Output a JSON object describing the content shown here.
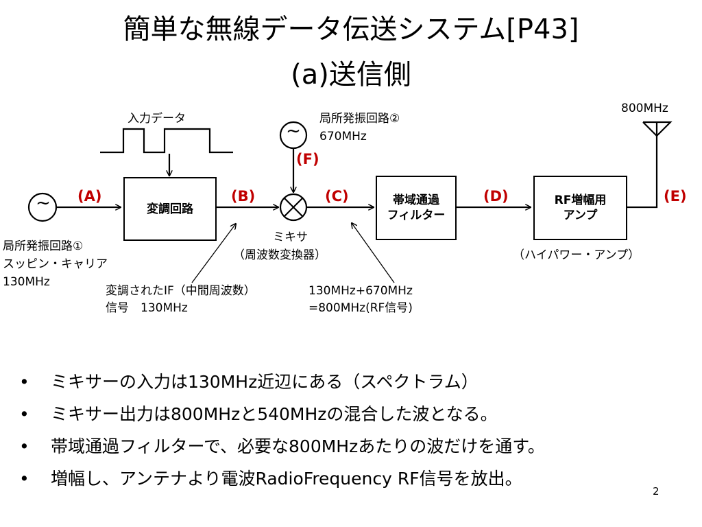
{
  "title": {
    "line1": "簡単な無線データ伝送システム[P43]",
    "line2": "(a)送信側"
  },
  "diagram": {
    "input_data_label": "入力データ",
    "lo2_label": "局所発振回路②",
    "lo2_freq": "670MHz",
    "antenna_freq": "800MHz",
    "tag_A": "(A)",
    "tag_B": "(B)",
    "tag_C": "(C)",
    "tag_D": "(D)",
    "tag_E": "(E)",
    "tag_F": "(F)",
    "modulator": "変調回路",
    "bpf_line1": "帯域通過",
    "bpf_line2": "フィルター",
    "amp_line1": "RF増幅用",
    "amp_line2": "アンプ",
    "lo1_line1": "局所発振回路①",
    "lo1_line2": "スッピン・キャリア",
    "lo1_line3": "130MHz",
    "mixer_line1": "ミキサ",
    "mixer_line2": "（周波数変換器）",
    "amp_note": "（ハイパワー・アンプ）",
    "if_line1": "変調されたIF（中間周波数）",
    "if_line2": "信号　130MHz",
    "rf_line1": "130MHz+670MHz",
    "rf_line2": "=800MHz(RF信号)",
    "osc_symbol": "~"
  },
  "bullets": {
    "marker": "•",
    "items": [
      "ミキサーの入力は130MHz近辺にある（スペクトラム）",
      "ミキサー出力は800MHzと540MHzの混合した波となる。",
      "帯域通過フィルターで、必要な800MHzあたりの波だけを通す。",
      "増幅し、アンテナより電波RadioFrequency RF信号を放出。"
    ]
  },
  "page_number": "2",
  "colors": {
    "tag": "#c00000",
    "line": "#000000",
    "background": "#ffffff"
  }
}
